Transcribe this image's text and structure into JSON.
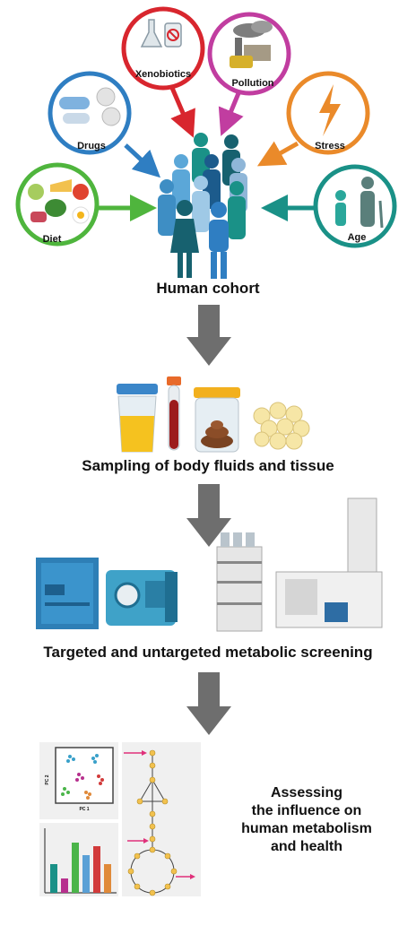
{
  "factors": {
    "xenobiotics": "Xenobiotics",
    "pollution": "Pollution",
    "drugs": "Drugs",
    "stress": "Stress",
    "diet": "Diet",
    "age": "Age"
  },
  "steps": {
    "cohort": "Human cohort",
    "sampling": "Sampling of body fluids and tissue",
    "screening": "Targeted and untargeted metabolic screening",
    "assessing": "Assessing\nthe influence on\nhuman metabolism\nand health"
  },
  "plot": {
    "pc2": "PC 2",
    "pc1": "PC 1"
  },
  "colors": {
    "xenobiotics": "#d8262e",
    "pollution": "#c13da0",
    "drugs": "#2f7ec2",
    "stress": "#ea8a2a",
    "diet": "#4fb53d",
    "age": "#1a9187",
    "arrow": "#6e6e6e"
  }
}
